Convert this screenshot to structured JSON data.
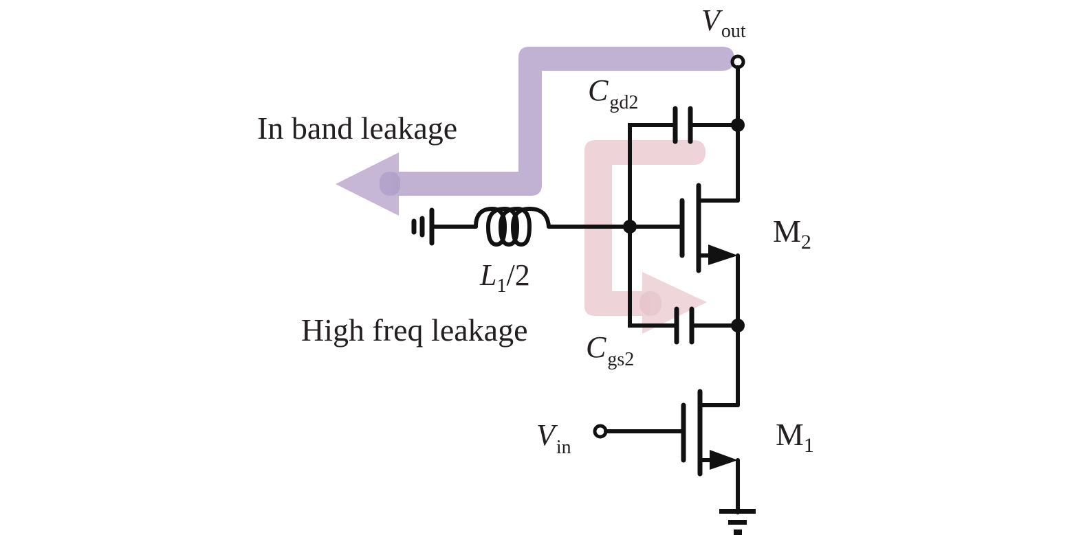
{
  "diagram": {
    "type": "circuit-schematic",
    "description": "Cascode amplifier showing in-band and high-frequency leakage paths",
    "colors": {
      "wire": "#111111",
      "text": "#231f20",
      "in_band_path": "#c1b1d3",
      "high_freq_path": "#eed3d8",
      "background": "#ffffff"
    },
    "labels": {
      "vout": {
        "main": "V",
        "sub": "out"
      },
      "vin": {
        "main": "V",
        "sub": "in"
      },
      "cgd2": {
        "main": "C",
        "sub": "gd2"
      },
      "cgs2": {
        "main": "C",
        "sub": "gs2"
      },
      "inductor": {
        "main": "L",
        "sub": "1",
        "suffix": "/2"
      },
      "m2": {
        "main": "M",
        "sub": "2"
      },
      "m1": {
        "main": "M",
        "sub": "1"
      },
      "in_band": "In band leakage",
      "high_freq": "High freq leakage"
    },
    "components": [
      {
        "id": "M1",
        "kind": "nmos"
      },
      {
        "id": "M2",
        "kind": "nmos"
      },
      {
        "id": "Cgd2",
        "kind": "capacitor"
      },
      {
        "id": "Cgs2",
        "kind": "capacitor"
      },
      {
        "id": "L1/2",
        "kind": "inductor"
      },
      {
        "id": "GND",
        "kind": "ground"
      }
    ]
  }
}
